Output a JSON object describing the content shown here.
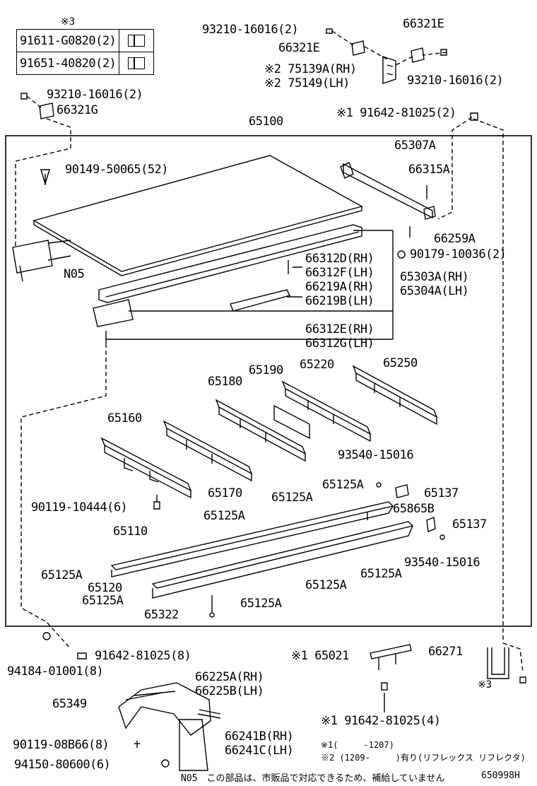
{
  "legend": {
    "mark": "※3",
    "rows": [
      {
        "part": "91611-G0820(2)",
        "icon": "clip-icon"
      },
      {
        "part": "91651-40820(2)",
        "icon": "clip-icon"
      }
    ]
  },
  "labels": {
    "p93210_top": "93210-16016(2)",
    "p66321E_top": "66321E",
    "p66321E_left": "66321E",
    "p75139A": "※2 75139A(RH)",
    "p75149": "※2 75149(LH)",
    "p93210_right": "93210-16016(2)",
    "p93210_left": "93210-16016(2)",
    "p66321G": "66321G",
    "p65100": "65100",
    "p91642_top": "※1 91642-81025(2)",
    "p65307A": "65307A",
    "p90149": "90149-50065(52)",
    "p66315A": "66315A",
    "p66259A": "66259A",
    "p90179": "90179-10036(2)",
    "pN05": "N05",
    "p66312D": "66312D(RH)",
    "p66312F": "66312F(LH)",
    "p65303A": "65303A(RH)",
    "p65304A": "65304A(LH)",
    "p66219A": "66219A(RH)",
    "p66219B": "66219B(LH)",
    "p66312E": "66312E(RH)",
    "p66312G": "66312G(LH)",
    "p65190": "65190",
    "p65220": "65220",
    "p65250": "65250",
    "p65180": "65180",
    "p65160": "65160",
    "p93540_a": "93540-15016",
    "p65125A_1": "65125A",
    "p65137_a": "65137",
    "p90119_10444": "90119-10444(6)",
    "p65170": "65170",
    "p65125A_2": "65125A",
    "p65865B": "65865B",
    "p65125A_3": "65125A",
    "p65137_b": "65137",
    "p65110": "65110",
    "p93540_b": "93540-15016",
    "p65125A_4": "65125A",
    "p65125A_5": "65125A",
    "p65120": "65120",
    "p65125A_6": "65125A",
    "p65125A_7": "65125A",
    "p65125A_8": "65125A",
    "p65322": "65322",
    "p94184": "94184-01001(8)",
    "p91642_8": "91642-81025(8)",
    "p65021": "※1 65021",
    "p66271": "66271",
    "p66225A": "66225A(RH)",
    "p66225B": "66225B(LH)",
    "p65349": "65349",
    "p3mark": "※3",
    "p91642_4": "※1 91642-81025(4)",
    "p90119_08B66": "90119-08B66(8)",
    "p66241B": "66241B(RH)",
    "p66241C": "66241C(LH)",
    "p94150": "94150-80600(6)"
  },
  "notes": {
    "note1": "※1(　　　-1207)",
    "note2": "※2 (1209-　　　)有り(リフレックス リフレクタ)",
    "footer": "N05　この部品は、市販品で対応できるため、補給していません",
    "fig_code": "650998H"
  }
}
